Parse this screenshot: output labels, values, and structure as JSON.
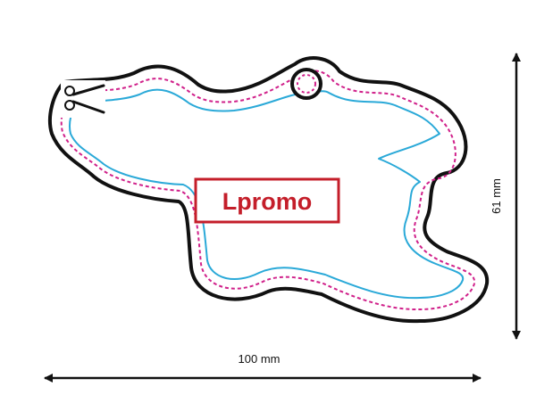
{
  "dimensions": {
    "width_label": "100 mm",
    "height_label": "61 mm"
  },
  "logo": {
    "text": "Lpromo",
    "color": "#c41e2a"
  },
  "lines": {
    "cut_line_color": "#111111",
    "bleed_line_color": "#d0208a",
    "safe_line_color": "#2aa9d8"
  },
  "icons": {
    "scissors": "scissors-icon",
    "hanging_hole": "hole-icon"
  }
}
